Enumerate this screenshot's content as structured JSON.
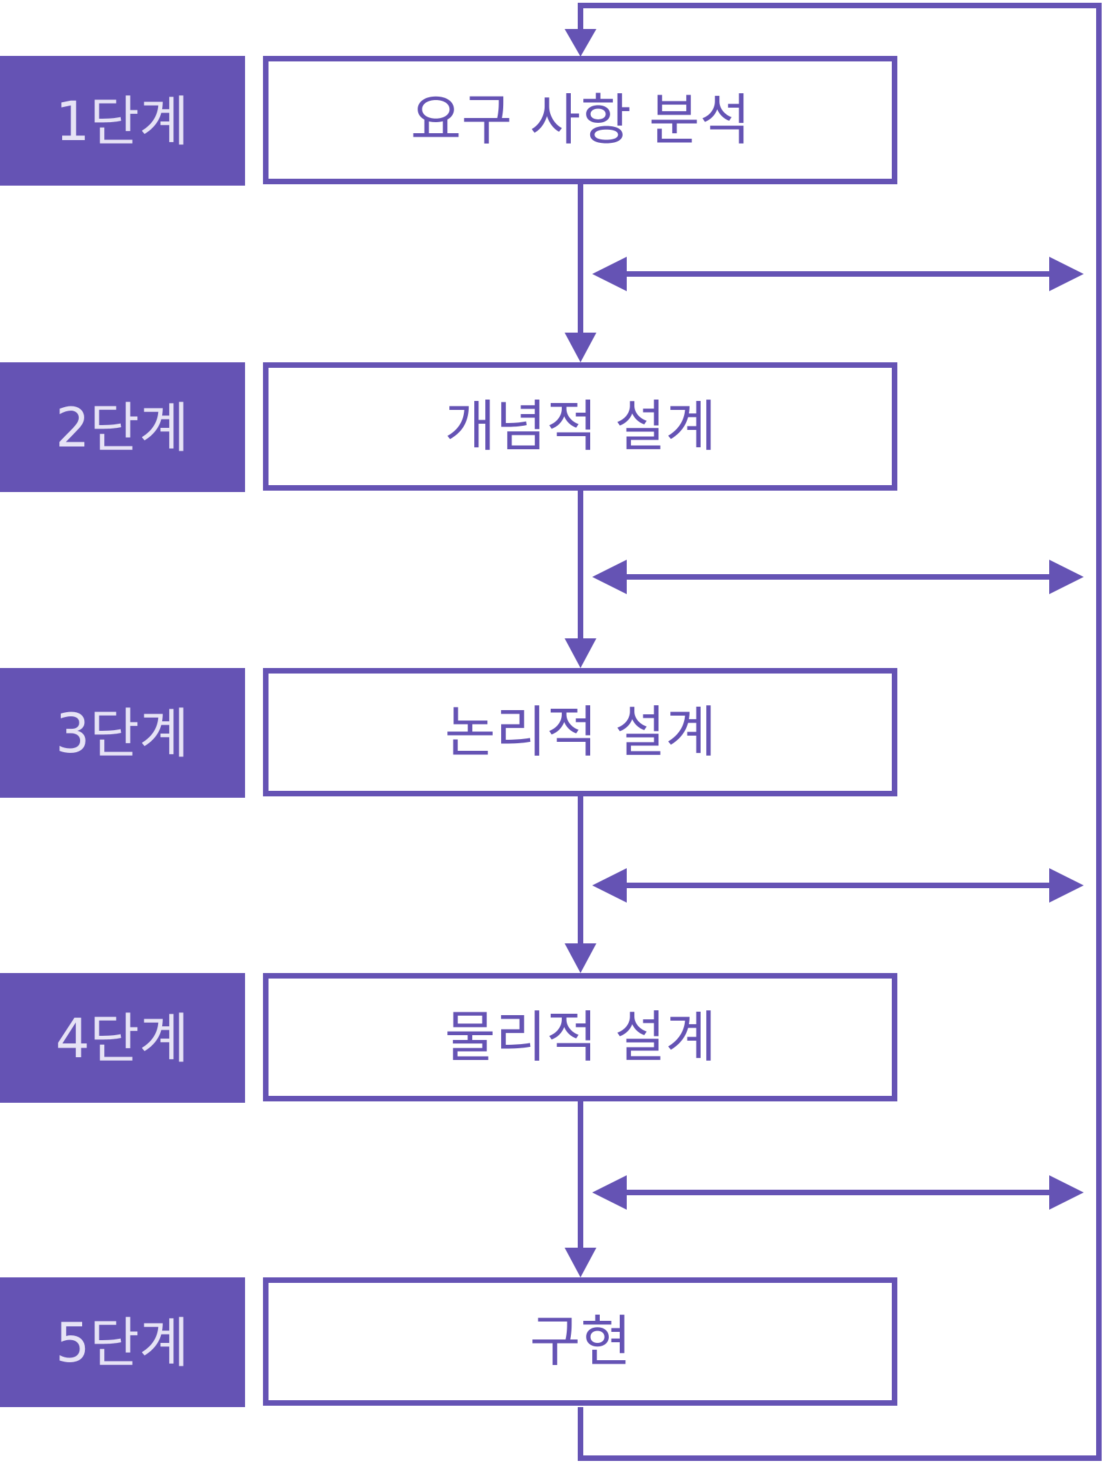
{
  "colors": {
    "accent": "#6553b4",
    "label_text": "#e6e3f5",
    "background": "#ffffff"
  },
  "stages": [
    {
      "label": "1단계",
      "title": "요구 사항 분석"
    },
    {
      "label": "2단계",
      "title": "개념적 설계"
    },
    {
      "label": "3단계",
      "title": "논리적 설계"
    },
    {
      "label": "4단계",
      "title": "물리적 설계"
    },
    {
      "label": "5단계",
      "title": "구현"
    }
  ]
}
